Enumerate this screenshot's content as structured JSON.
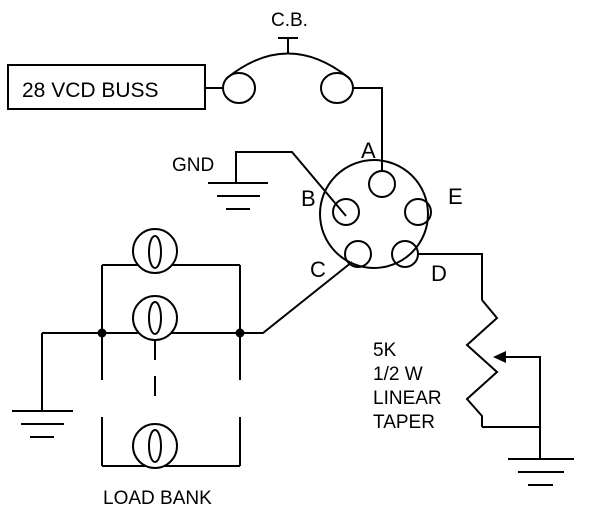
{
  "labels": {
    "circuit_breaker": "C.B.",
    "power_source": "28 VCD BUSS",
    "ground": "GND",
    "connector_pin_a": "A",
    "connector_pin_b": "B",
    "connector_pin_c": "C",
    "connector_pin_d": "D",
    "connector_pin_e": "E",
    "pot_line1": "5K",
    "pot_line2": "1/2 W",
    "pot_line3": "LINEAR",
    "pot_line4": "TAPER",
    "load_bank": "LOAD BANK"
  },
  "colors": {
    "ink": "#000000",
    "background": "#ffffff"
  }
}
